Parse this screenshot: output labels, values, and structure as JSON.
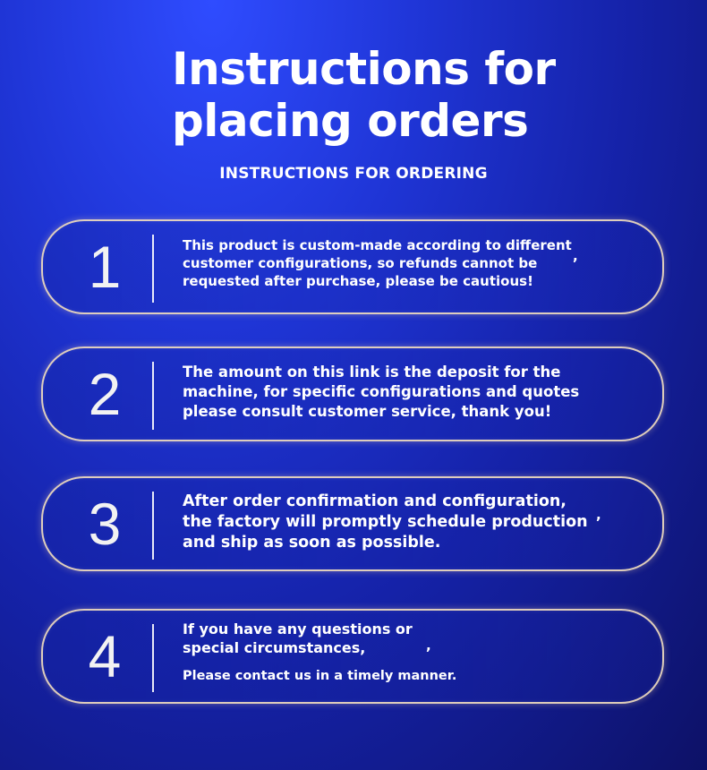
{
  "header": {
    "title_line1": "Instructions for",
    "title_line2": "placing orders",
    "subtitle": "INSTRUCTIONS FOR ORDERING"
  },
  "items": [
    {
      "number": "1",
      "lines": [
        "This product is custom-made according to different",
        "customer configurations, so refunds cannot be",
        "requested after purchase, please be cautious!"
      ],
      "trailing": ","
    },
    {
      "number": "2",
      "lines": [
        "The amount on this link is the deposit for the",
        "machine, for specific configurations and quotes",
        "please consult customer service, thank you!"
      ]
    },
    {
      "number": "3",
      "lines": [
        "After order confirmation and configuration,",
        "the factory will promptly schedule production",
        "and ship as soon as possible."
      ],
      "trailing": ","
    },
    {
      "number": "4",
      "lines": [
        "If you have any questions or",
        "special circumstances,",
        "Please contact us in a timely manner."
      ],
      "trailing": ","
    }
  ],
  "colors": {
    "background_top": "#2f4cff",
    "background_bottom": "#0d1166",
    "card_border": "#f0dcbe",
    "text": "#ffffff"
  }
}
